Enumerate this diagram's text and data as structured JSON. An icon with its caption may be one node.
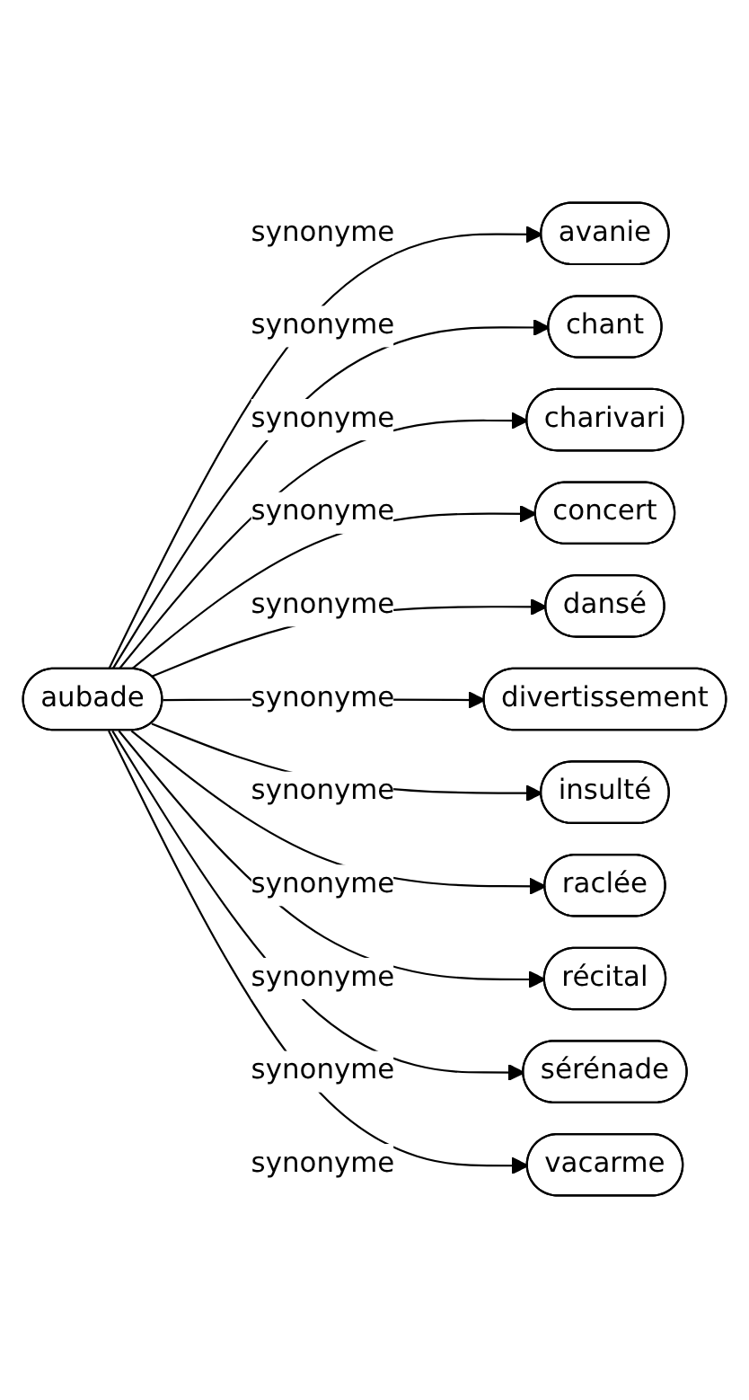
{
  "diagram": {
    "nodes": [
      {
        "text": [
          "aubade"
        ]
      },
      {
        "text": [
          "avanie"
        ]
      },
      {
        "text": [
          "chant"
        ]
      },
      {
        "text": [
          "charivari"
        ]
      },
      {
        "text": [
          "concert"
        ]
      },
      {
        "text": [
          "dansé"
        ]
      },
      {
        "text": [
          "divertissement"
        ]
      },
      {
        "text": [
          "insulté"
        ]
      },
      {
        "text": [
          "raclée"
        ]
      },
      {
        "text": [
          "récital"
        ]
      },
      {
        "text": [
          "sérénade"
        ]
      },
      {
        "text": [
          "vacarme"
        ]
      }
    ],
    "edges": [
      {
        "from": 0,
        "to": 1,
        "arrow": "to",
        "label": "synonyme"
      },
      {
        "from": 0,
        "to": 2,
        "arrow": "to",
        "label": "synonyme"
      },
      {
        "from": 0,
        "to": 3,
        "arrow": "to",
        "label": "synonyme"
      },
      {
        "from": 0,
        "to": 4,
        "arrow": "to",
        "label": "synonyme"
      },
      {
        "from": 0,
        "to": 5,
        "arrow": "to",
        "label": "synonyme"
      },
      {
        "from": 0,
        "to": 6,
        "arrow": "to",
        "label": "synonyme"
      },
      {
        "from": 0,
        "to": 7,
        "arrow": "to",
        "label": "synonyme"
      },
      {
        "from": 0,
        "to": 8,
        "arrow": "to",
        "label": "synonyme"
      },
      {
        "from": 0,
        "to": 9,
        "arrow": "to",
        "label": "synonyme"
      },
      {
        "from": 0,
        "to": 10,
        "arrow": "to",
        "label": "synonyme"
      },
      {
        "from": 0,
        "to": 11,
        "arrow": "to",
        "label": "synonyme"
      }
    ]
  }
}
